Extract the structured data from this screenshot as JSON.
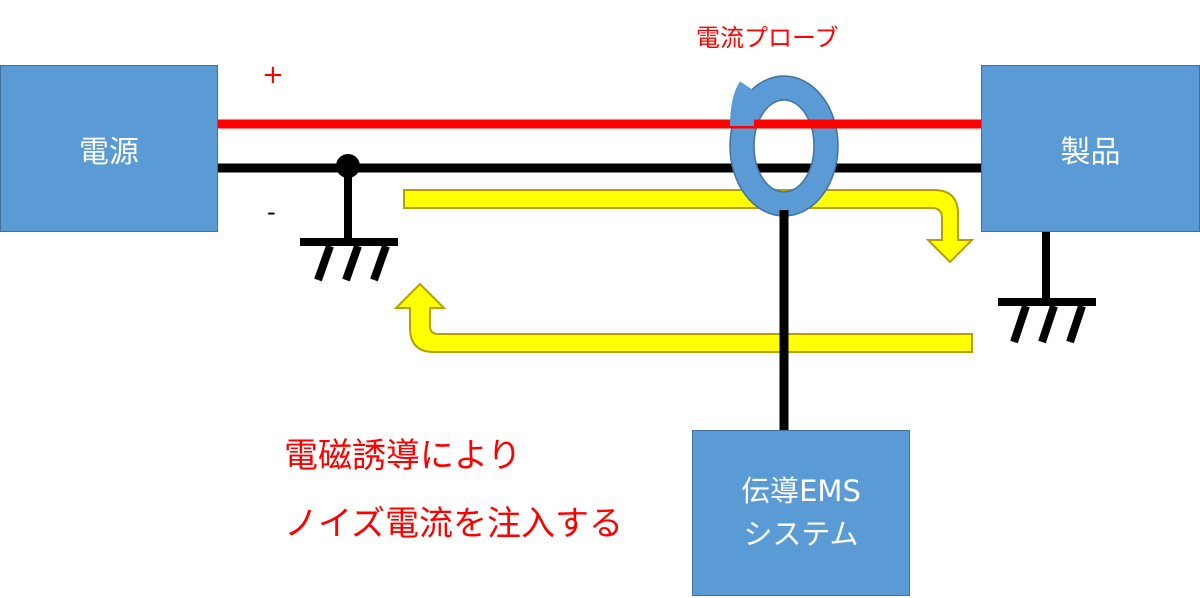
{
  "diagram": {
    "power_supply_label": "電源",
    "product_label": "製品",
    "probe_label": "電流プローブ",
    "plus_label": "+",
    "minus_label": "-",
    "ems_system_line1": "伝導EMS",
    "ems_system_line2": "システム",
    "note_line1": "電磁誘導により",
    "note_line2": "ノイズ電流を注入する"
  },
  "colors": {
    "box_fill": "#5b9bd5",
    "positive_wire": "#ff0000",
    "negative_wire": "#000000",
    "arrow_fill": "#ffff00",
    "note_text": "#ff0000",
    "probe_ring": "#5b9bd5"
  }
}
